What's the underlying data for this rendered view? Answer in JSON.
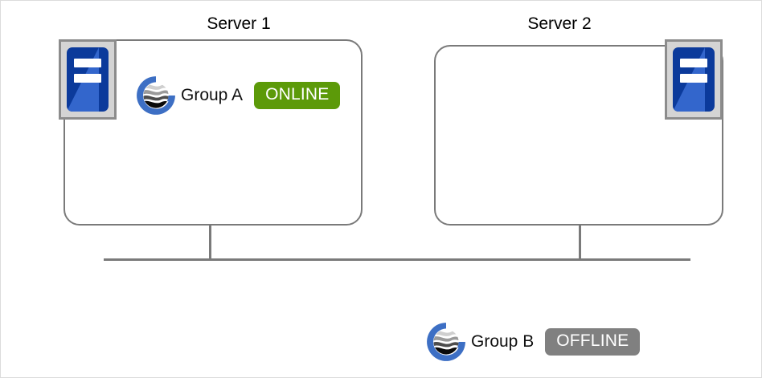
{
  "diagram": {
    "title_hidden": "",
    "servers": [
      {
        "name": "Server 1",
        "icon_name": "server-rack-icon",
        "icon_side": "left",
        "groups": [
          {
            "logo_name": "group-globe-logo",
            "label": "Group A",
            "status": "ONLINE",
            "status_color": "#5c9a09"
          }
        ]
      },
      {
        "name": "Server 2",
        "icon_name": "server-rack-icon",
        "icon_side": "right",
        "groups": []
      }
    ],
    "floating_groups": [
      {
        "logo_name": "group-globe-logo",
        "label": "Group B",
        "status": "OFFLINE",
        "status_color": "#808080"
      }
    ],
    "colors": {
      "panel_border": "#7a7a7a",
      "bus_line": "#7a7a7a",
      "server_icon_frame": "#d4d4d4",
      "server_icon_frame_border": "#8c8c8c",
      "server_icon_body_dark": "#0b3a9b",
      "server_icon_body_light": "#3366cc",
      "logo_ring": "#3d6fc4",
      "status_online": "#5c9a09",
      "status_offline": "#808080",
      "background": "#ffffff"
    }
  }
}
